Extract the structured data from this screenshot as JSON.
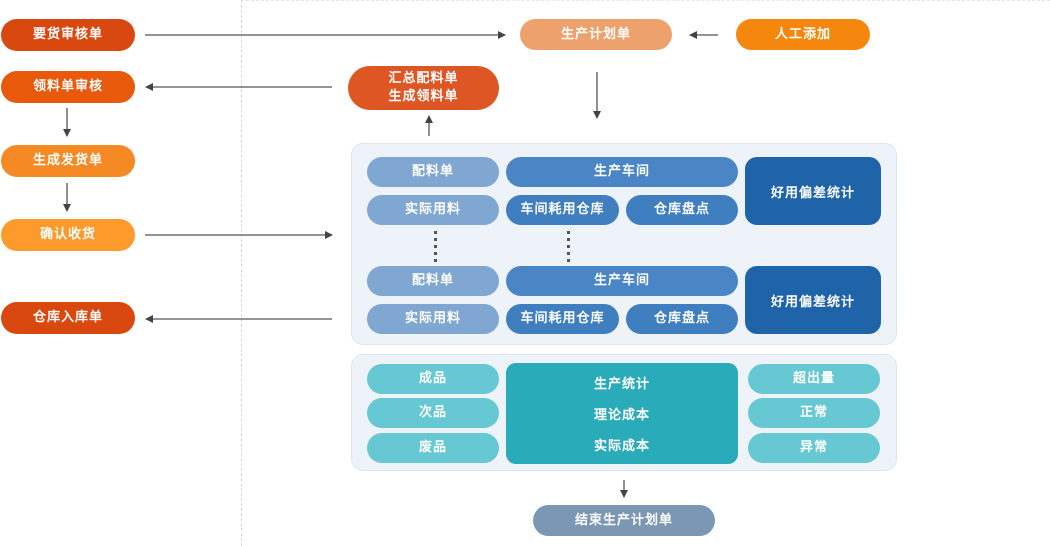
{
  "left_flow": {
    "order_review": "要货审核单",
    "pick_review": "领料单审核",
    "gen_delivery": "生成发货单",
    "confirm_receipt": "确认收货",
    "warehouse_inbound": "仓库入库单"
  },
  "top_flow": {
    "production_plan": "生产计划单",
    "manual_add": "人工添加",
    "summary_line1": "汇总配料单",
    "summary_line2": "生成领料单"
  },
  "production_groups": [
    {
      "batching": "配料单",
      "actual_material": "实际用料",
      "workshop": "生产车间",
      "workshop_warehouse": "车间耗用仓库",
      "inventory_check": "仓库盘点",
      "deviation_stats": "好用偏差统计"
    },
    {
      "batching": "配料单",
      "actual_material": "实际用料",
      "workshop": "生产车间",
      "workshop_warehouse": "车间耗用仓库",
      "inventory_check": "仓库盘点",
      "deviation_stats": "好用偏差统计"
    }
  ],
  "statistics": {
    "products": [
      "成品",
      "次品",
      "废品"
    ],
    "center": [
      "生产统计",
      "理论成本",
      "实际成本"
    ],
    "levels": [
      "超出量",
      "正常",
      "异常"
    ]
  },
  "end": {
    "finish_plan": "结束生产计划单"
  },
  "colors": {
    "orange_dark": "#d9480f",
    "orange_mid": "#e8590c",
    "orange_light": "#fd9a2b",
    "salmon": "#eda26d",
    "blue_light": "#7fa7d1",
    "blue_mid": "#4a86c5",
    "blue_dark": "#1f63a8",
    "teal_light": "#66c8d3",
    "teal": "#2aabb9",
    "slate": "#7c97b4"
  }
}
